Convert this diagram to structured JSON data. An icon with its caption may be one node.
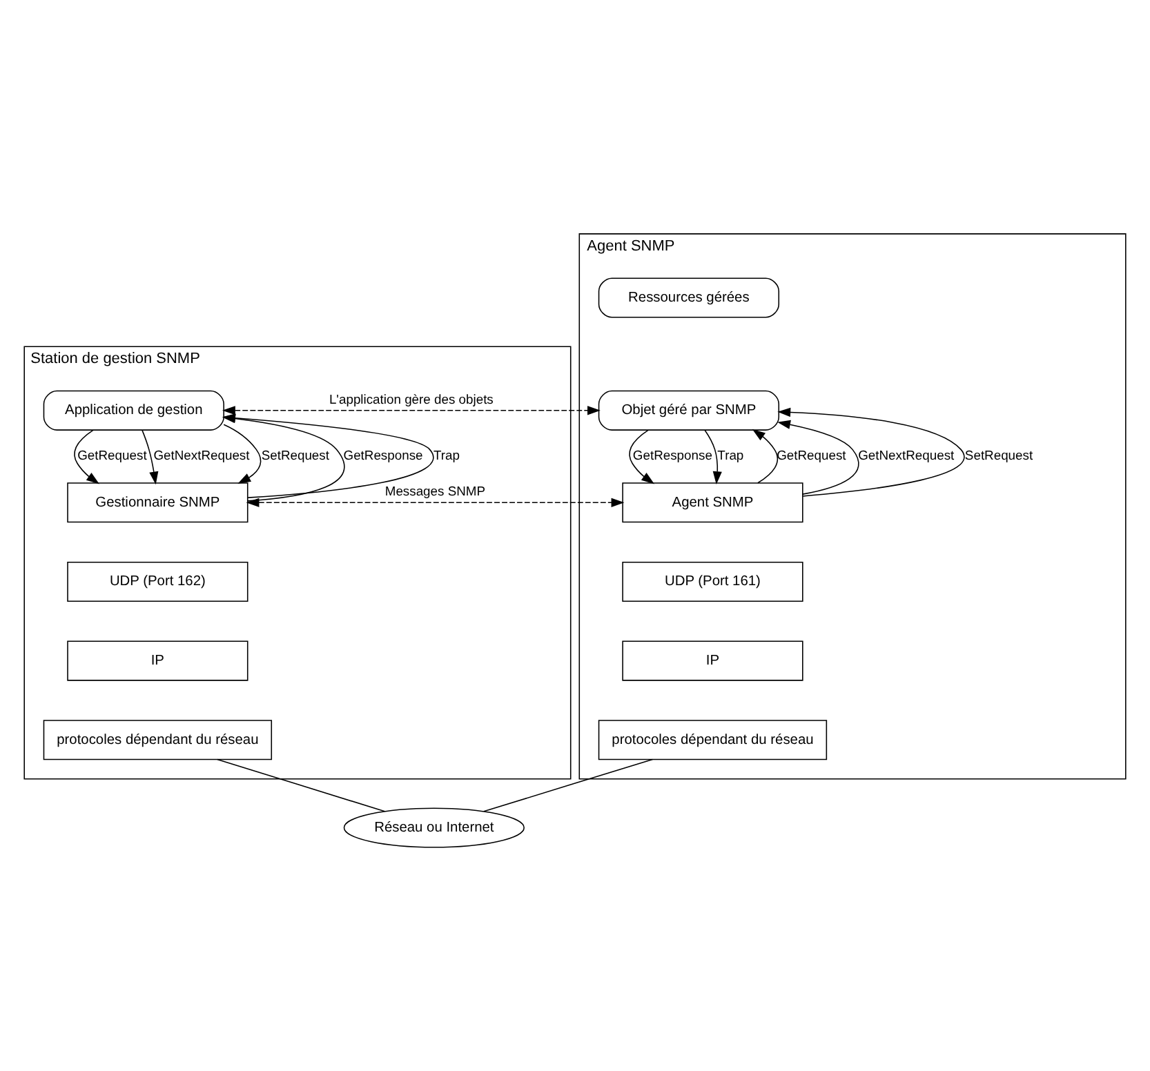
{
  "diagram": {
    "nodes": [
      {
        "text": [
          "Station de gestion SNMP"
        ]
      },
      {
        "text": [
          "Application de gestion"
        ],
        "in": 0
      },
      {
        "text": [
          "Gestionnaire SNMP"
        ],
        "in": 0
      },
      {
        "text": [
          "UDP (Port 162)"
        ],
        "in": 0
      },
      {
        "text": [
          "IP"
        ],
        "in": 0
      },
      {
        "text": [
          "protocoles dépendant du réseau"
        ],
        "in": 0
      },
      {
        "text": [
          "Agent SNMP"
        ]
      },
      {
        "text": [
          "Ressources gérées"
        ],
        "in": 6
      },
      {
        "text": [
          "Objet géré par SNMP"
        ],
        "in": 6
      },
      {
        "text": [
          "Agent SNMP"
        ],
        "in": 6
      },
      {
        "text": [
          "UDP (Port 161)"
        ],
        "in": 6
      },
      {
        "text": [
          "IP"
        ],
        "in": 6
      },
      {
        "text": [
          "protocoles dépendant du réseau"
        ],
        "in": 6
      },
      {
        "text": [
          "Réseau ou Internet"
        ]
      }
    ],
    "edges": [
      {
        "from": 1,
        "to": 2,
        "arrow": "to",
        "label": "GetRequest"
      },
      {
        "from": 1,
        "to": 2,
        "arrow": "to",
        "label": "GetNextRequest"
      },
      {
        "from": 1,
        "to": 2,
        "arrow": "to",
        "label": "SetRequest"
      },
      {
        "from": 2,
        "to": 1,
        "arrow": "to",
        "label": "GetResponse"
      },
      {
        "from": 2,
        "to": 1,
        "arrow": "to",
        "label": "Trap"
      },
      {
        "from": 9,
        "to": 8,
        "arrow": "to",
        "label": "GetRequest"
      },
      {
        "from": 9,
        "to": 8,
        "arrow": "to",
        "label": "GetNextRequest"
      },
      {
        "from": 9,
        "to": 8,
        "arrow": "to",
        "label": "SetRequest"
      },
      {
        "from": 8,
        "to": 9,
        "arrow": "to",
        "label": "GetResponse"
      },
      {
        "from": 8,
        "to": 9,
        "arrow": "to",
        "label": "Trap"
      },
      {
        "from": 1,
        "to": 8,
        "arrow": "both",
        "label": "L'application gère des objets",
        "style": "dashed"
      },
      {
        "from": 2,
        "to": 9,
        "arrow": "both",
        "label": "Messages SNMP",
        "style": "dashed"
      },
      {
        "from": 5,
        "to": 13,
        "arrow": "none"
      },
      {
        "from": 12,
        "to": 13,
        "arrow": "none"
      }
    ]
  }
}
